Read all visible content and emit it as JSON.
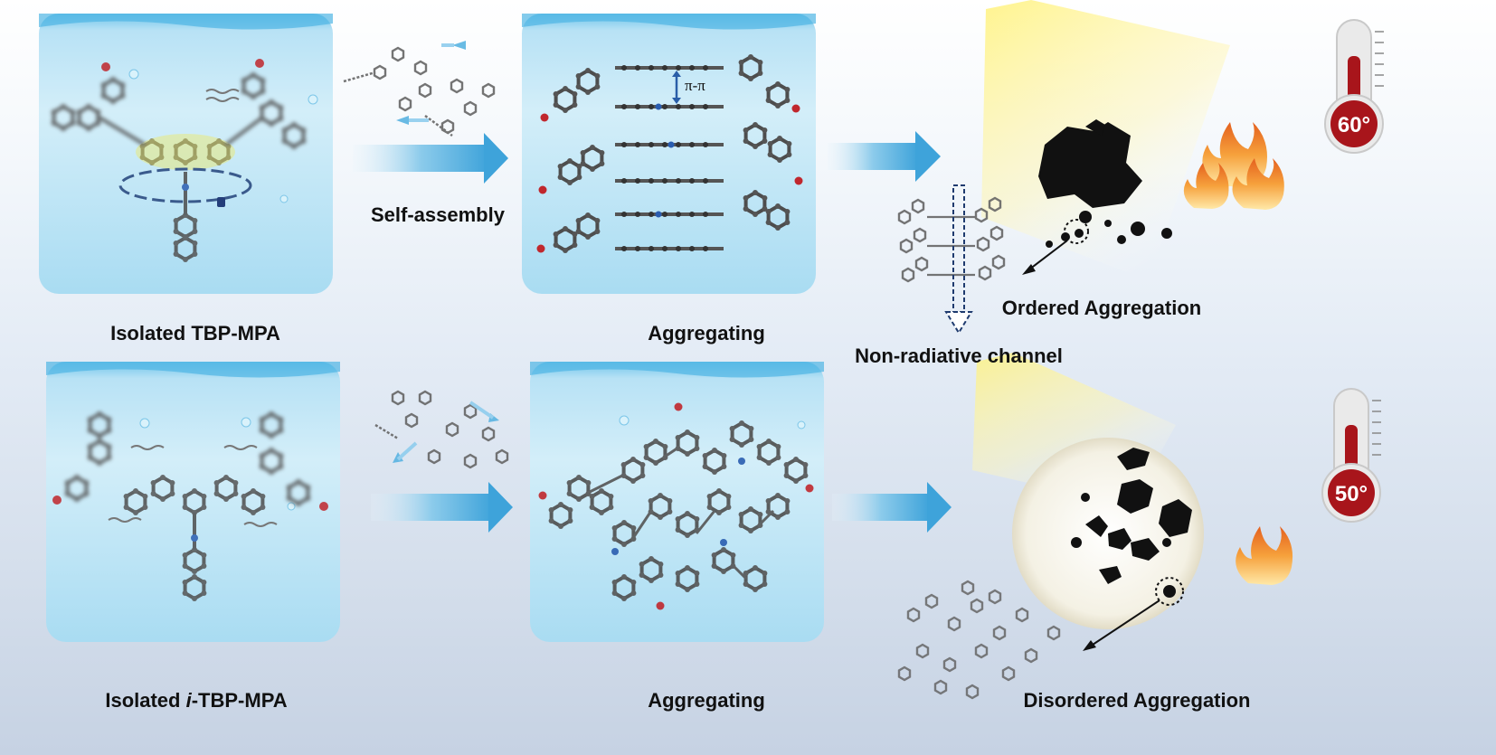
{
  "labels": {
    "self_assembly": "Self-assembly",
    "pi_pi": "π-π",
    "isolated_tbp": "Isolated TBP-MPA",
    "aggregating_top": "Aggregating",
    "ordered": "Ordered Aggregation",
    "non_radiative": "Non-radiative channel",
    "isolated_prefix": "Isolated ",
    "isolated_italic": "i",
    "isolated_suffix": "-TBP-MPA",
    "aggregating_bottom": "Aggregating",
    "disordered": "Disordered Aggregation"
  },
  "thermometers": [
    {
      "value": "60°"
    },
    {
      "value": "50°"
    }
  ],
  "colors": {
    "water": "#cbe9f7",
    "arrow": "#4aa9dd",
    "thermometer_red": "#a8151b",
    "flame": "#f08a2a",
    "light_cone": "#fff3a0"
  }
}
